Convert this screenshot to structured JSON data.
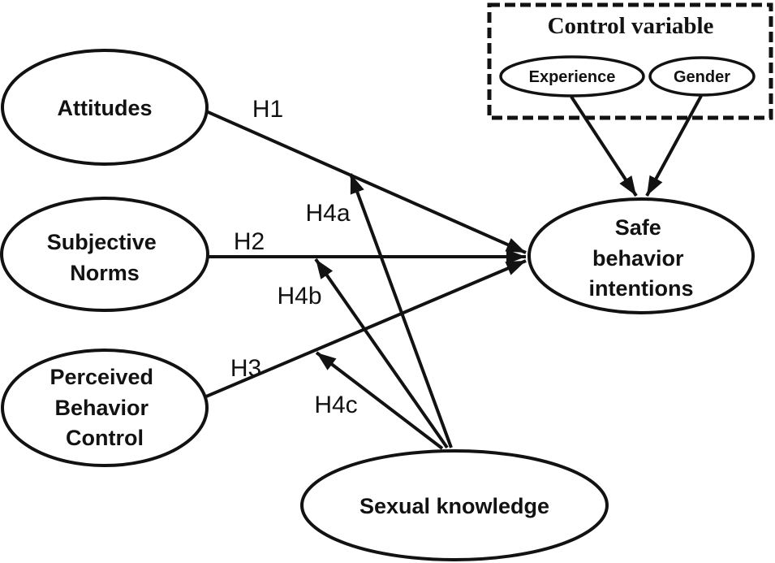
{
  "diagram": {
    "background_color": "#ffffff",
    "stroke_color": "#121212",
    "text_color": "#121212"
  },
  "nodes": {
    "attitudes": {
      "label": "Attitudes"
    },
    "subjective_norms": {
      "lines": [
        "Subjective",
        "Norms"
      ]
    },
    "perceived_behavior_control": {
      "lines": [
        "Perceived",
        "Behavior",
        "Control"
      ]
    },
    "safe_behavior_intentions": {
      "lines": [
        "Safe",
        "behavior",
        "intentions"
      ]
    },
    "sexual_knowledge": {
      "label": "Sexual knowledge"
    },
    "experience": {
      "label": "Experience"
    },
    "gender": {
      "label": "Gender"
    }
  },
  "control_box": {
    "title": "Control variable"
  },
  "edges": [
    {
      "from": "Attitudes",
      "to": "Safe behavior intentions",
      "label": "H1"
    },
    {
      "from": "Subjective Norms",
      "to": "Safe behavior intentions",
      "label": "H2"
    },
    {
      "from": "Perceived Behavior Control",
      "to": "Safe behavior intentions",
      "label": "H3"
    },
    {
      "from": "Sexual knowledge",
      "to": "path H1",
      "label": "H4a"
    },
    {
      "from": "Sexual knowledge",
      "to": "path H2",
      "label": "H4b"
    },
    {
      "from": "Sexual knowledge",
      "to": "path H3",
      "label": "H4c"
    },
    {
      "from": "Experience",
      "to": "Safe behavior intentions",
      "label": ""
    },
    {
      "from": "Gender",
      "to": "Safe behavior intentions",
      "label": ""
    }
  ]
}
